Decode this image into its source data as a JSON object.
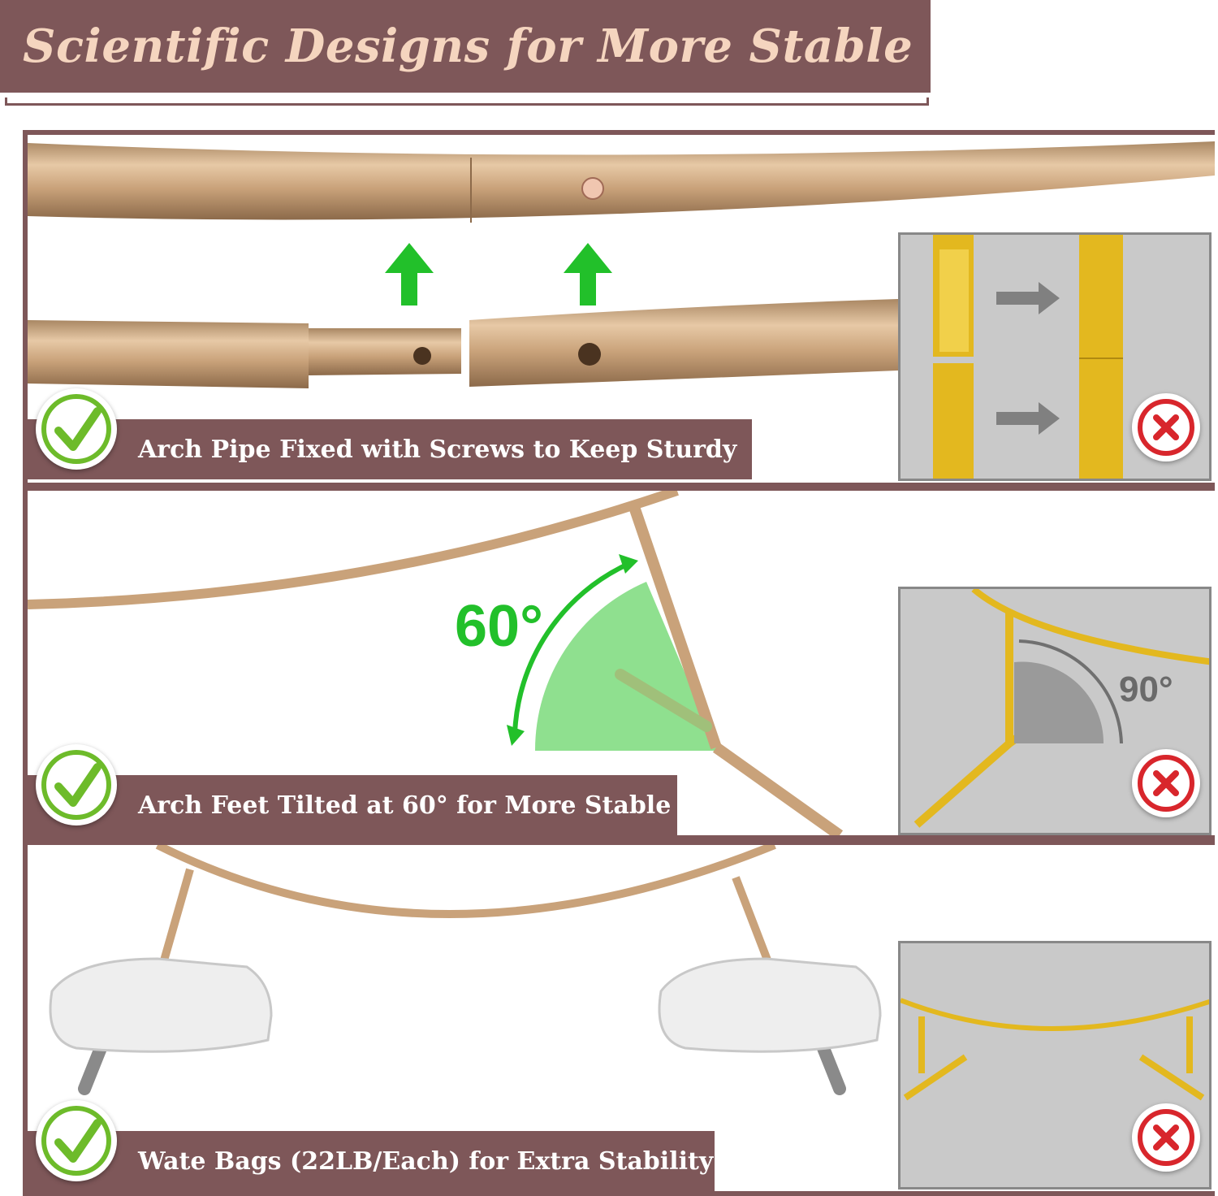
{
  "banner": {
    "title": "Scientific Designs for More Stable"
  },
  "sections": [
    {
      "label": "Arch Pipe Fixed with Screws to Keep Sturdy"
    },
    {
      "label": "Arch Feet Tilted at 60° for More Stable",
      "angle_text": "60°",
      "inset_angle_text": "90°"
    },
    {
      "label": "Wate Bags (22LB/Each) for Extra Stability"
    }
  ],
  "icons": {
    "check": "check-mark-icon",
    "wrong": "x-mark-icon",
    "arrow_up": "up-arrow-icon",
    "arrow_right": "right-arrow-icon"
  },
  "colors": {
    "brand": "#7e5759",
    "banner_text": "#f5d5bf",
    "gold_pipe": "#c9a27a",
    "yellow_pipe": "#e3b81f",
    "green": "#22c02a",
    "red": "#d8262c"
  }
}
